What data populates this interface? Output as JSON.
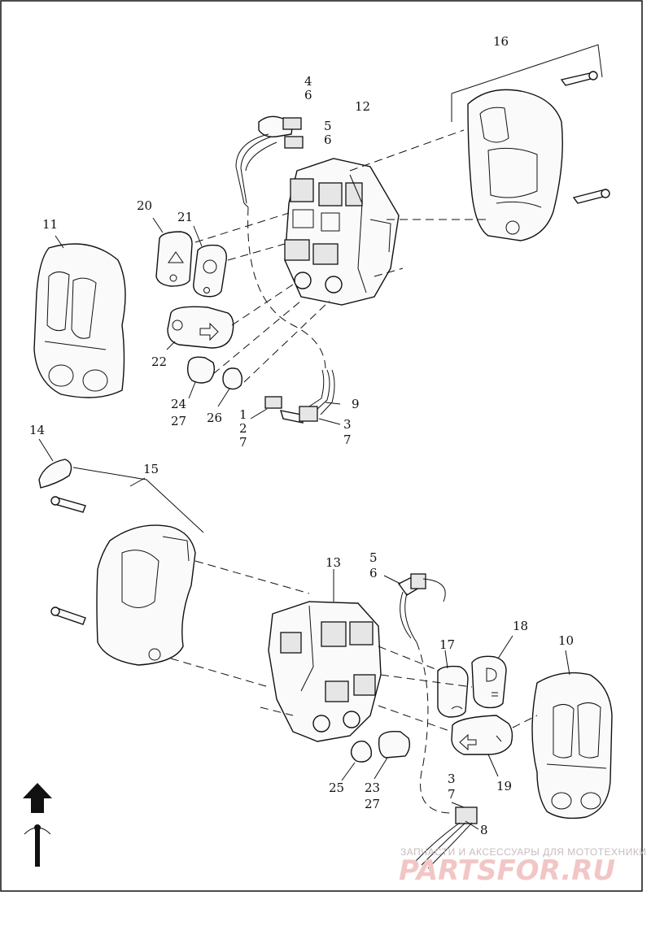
{
  "callouts": {
    "c16": "16",
    "c12": "12",
    "c4": "4",
    "c6a": "6",
    "c5a": "5",
    "c6b": "6",
    "c20": "20",
    "c21": "21",
    "c11": "11",
    "c22": "22",
    "c24": "24",
    "c27a": "27",
    "c26": "26",
    "c9": "9",
    "c1": "1",
    "c2": "2",
    "c7a": "7",
    "c3a": "3",
    "c7b": "7",
    "c14": "14",
    "c15": "15",
    "c13": "13",
    "c5b": "5",
    "c6c": "6",
    "c17": "17",
    "c18": "18",
    "c10": "10",
    "c19": "19",
    "c25": "25",
    "c23": "23",
    "c27b": "27",
    "c3b": "3",
    "c7c": "7",
    "c8": "8"
  },
  "watermark": {
    "top_text": "ЗАПЧАСТИ И АКСЕССУАРЫ ДЛЯ МОТОТЕХНИКИ",
    "logo_text": "PARTSFOR.RU"
  },
  "icons": [
    "hazard-icon",
    "cruise-icon",
    "turn-signal-icon",
    "headlamp-icon",
    "horn-icon",
    "front-direction-arrow-icon"
  ],
  "colors": {
    "line": "#111111",
    "watermark": "#f2c6c6"
  }
}
